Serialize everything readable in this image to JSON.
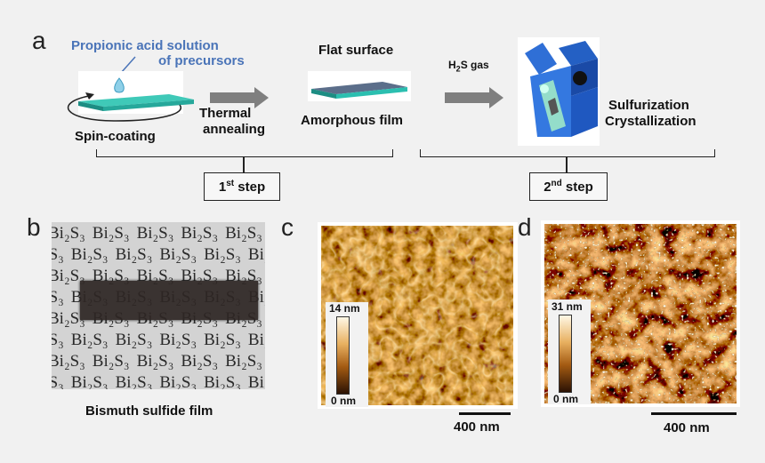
{
  "panels": {
    "a": "a",
    "b": "b",
    "c": "c",
    "d": "d"
  },
  "step_a": {
    "precursor_line1": "Propionic acid solution",
    "precursor_line2": "of precursors",
    "spin_coating": "Spin-coating",
    "thermal": "Thermal",
    "annealing": "annealing",
    "flat_surface": "Flat surface",
    "amorphous": "Amorphous film",
    "h2s_h": "H",
    "h2s_sub": "2",
    "h2s_rest": "S gas",
    "sulfurization": "Sulfurization",
    "crystallization": "Crystallization",
    "step1_num": "1",
    "step1_sup": "st",
    "step1_word": " step",
    "step2_num": "2",
    "step2_sup": "nd",
    "step2_word": " step"
  },
  "photo_b": {
    "pattern_text": "Bi₂S₃",
    "caption": "Bismuth sulfide film"
  },
  "afm_c": {
    "cb_max": "14 nm",
    "cb_min": "0 nm",
    "scalebar": "400 nm"
  },
  "afm_d": {
    "cb_max": "31 nm",
    "cb_min": "0 nm",
    "scalebar": "400 nm"
  },
  "colors": {
    "arrow": "#7f7f7f",
    "blue_text": "#4a74b8",
    "film": "#2bbfb0",
    "afm_mid": "#b06a18"
  }
}
